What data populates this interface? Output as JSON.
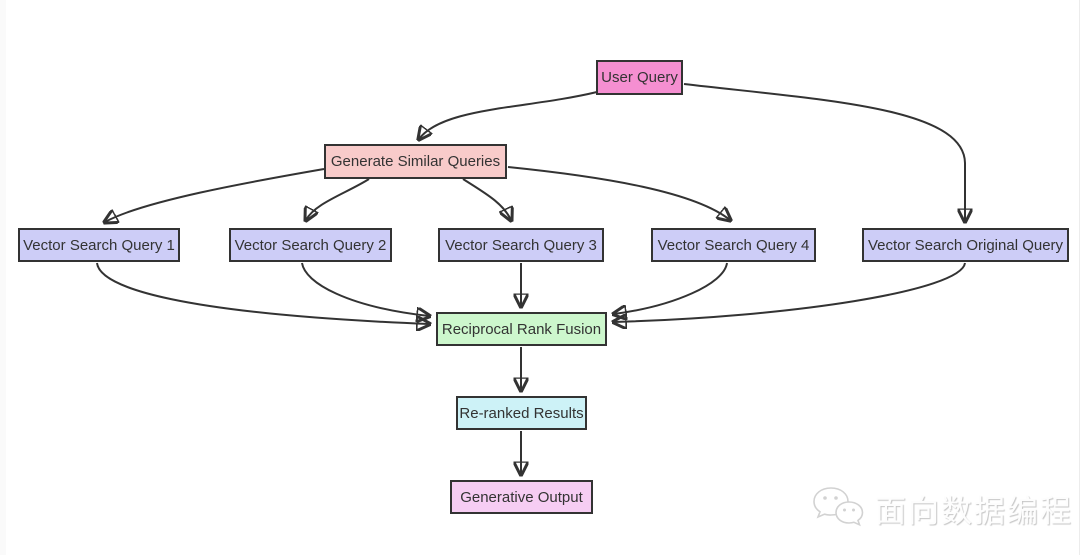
{
  "diagram": {
    "type": "flowchart",
    "nodes": {
      "user_query": {
        "label": "User Query",
        "fill": "#f58fd1"
      },
      "generate_similar_queries": {
        "label": "Generate Similar Queries",
        "fill": "#f8cbca"
      },
      "vector_search_query_1": {
        "label": "Vector Search Query 1",
        "fill": "#cdcdf7"
      },
      "vector_search_query_2": {
        "label": "Vector Search Query 2",
        "fill": "#cdcdf7"
      },
      "vector_search_query_3": {
        "label": "Vector Search Query 3",
        "fill": "#cdcdf7"
      },
      "vector_search_query_4": {
        "label": "Vector Search Query 4",
        "fill": "#cdcdf7"
      },
      "vector_search_original_query": {
        "label": "Vector Search Original Query",
        "fill": "#cdcdf7"
      },
      "reciprocal_rank_fusion": {
        "label": "Reciprocal Rank Fusion",
        "fill": "#cdf7cd"
      },
      "re_ranked_results": {
        "label": "Re-ranked Results",
        "fill": "#cdf2f7"
      },
      "generative_output": {
        "label": "Generative Output",
        "fill": "#f6cdf3"
      }
    },
    "edges": [
      {
        "from": "user_query",
        "to": "generate_similar_queries"
      },
      {
        "from": "user_query",
        "to": "vector_search_original_query"
      },
      {
        "from": "generate_similar_queries",
        "to": "vector_search_query_1"
      },
      {
        "from": "generate_similar_queries",
        "to": "vector_search_query_2"
      },
      {
        "from": "generate_similar_queries",
        "to": "vector_search_query_3"
      },
      {
        "from": "generate_similar_queries",
        "to": "vector_search_query_4"
      },
      {
        "from": "vector_search_query_1",
        "to": "reciprocal_rank_fusion"
      },
      {
        "from": "vector_search_query_2",
        "to": "reciprocal_rank_fusion"
      },
      {
        "from": "vector_search_query_3",
        "to": "reciprocal_rank_fusion"
      },
      {
        "from": "vector_search_query_4",
        "to": "reciprocal_rank_fusion"
      },
      {
        "from": "vector_search_original_query",
        "to": "reciprocal_rank_fusion"
      },
      {
        "from": "reciprocal_rank_fusion",
        "to": "re_ranked_results"
      },
      {
        "from": "re_ranked_results",
        "to": "generative_output"
      }
    ],
    "colors": {
      "edge": "#333333",
      "node_border": "#333333",
      "text": "#333333",
      "background": "#ffffff"
    }
  },
  "watermark": {
    "text": "面向数据编程",
    "icon": "wechat-icon"
  }
}
